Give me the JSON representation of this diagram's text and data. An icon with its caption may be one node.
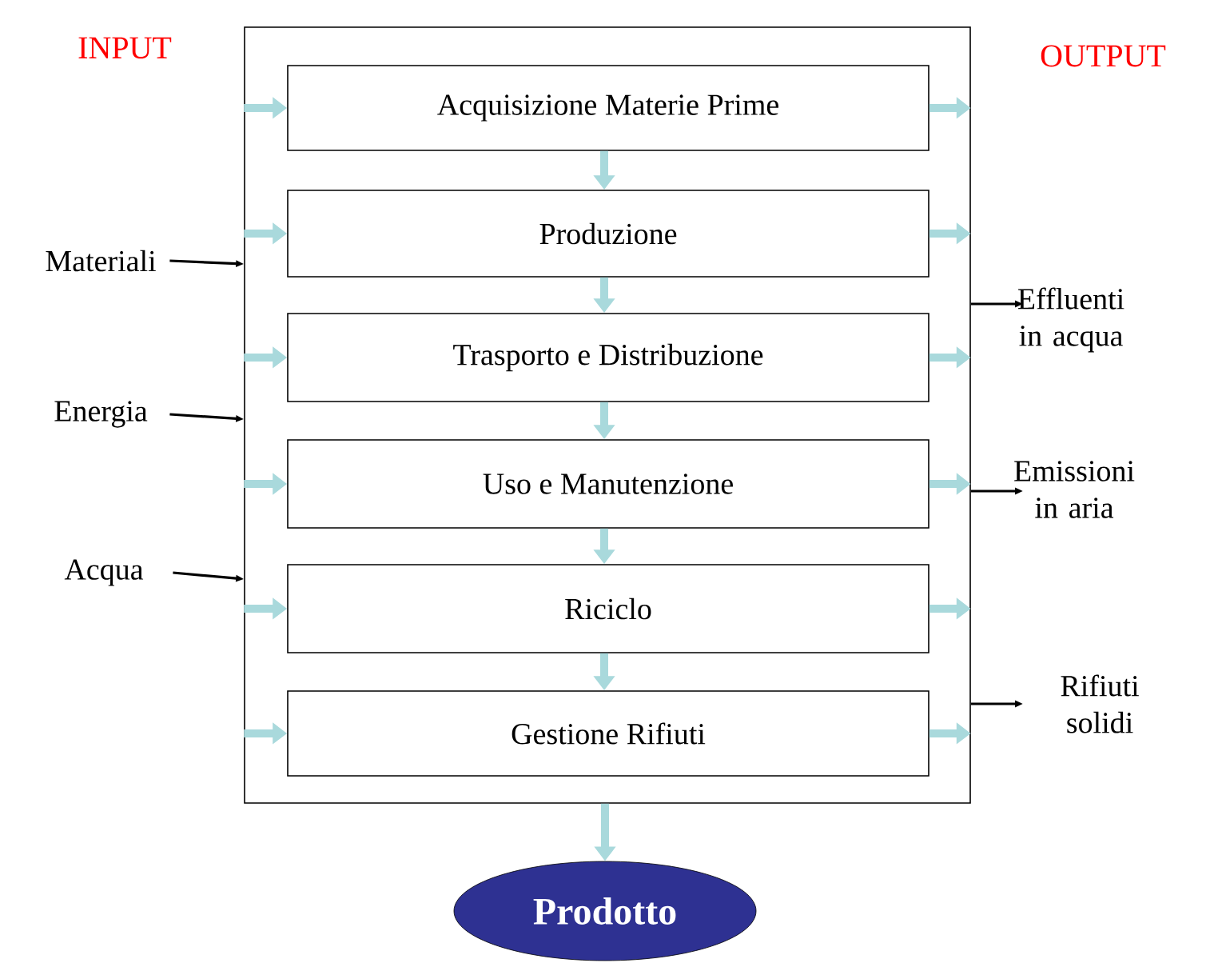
{
  "diagram": {
    "nodes": [
      {
        "text": [],
        "shape": "box"
      },
      {
        "text": [
          "Acquisizione Materie Prime"
        ],
        "in": 0
      },
      {
        "text": [
          "Produzione"
        ],
        "in": 0
      },
      {
        "text": [
          "Trasporto e Distribuzione"
        ],
        "in": 0
      },
      {
        "text": [
          "Uso e Manutenzione"
        ],
        "in": 0
      },
      {
        "text": [
          "Riciclo"
        ],
        "in": 0
      },
      {
        "text": [
          "Gestione Rifiuti"
        ],
        "in": 0
      },
      {
        "text": [
          "Materiali"
        ]
      },
      {
        "text": [
          "Energia"
        ]
      },
      {
        "text": [
          "Acqua"
        ]
      },
      {
        "text": [
          "Effluenti in acqua"
        ]
      },
      {
        "text": [
          "Emissioni in aria"
        ]
      },
      {
        "text": [
          "Rifiuti solidi"
        ]
      },
      {
        "text": [
          "Prodotto"
        ]
      }
    ],
    "edges": [
      {
        "from": 0,
        "to": 1,
        "arrow": "to",
        "color": "#a9d9dc"
      },
      {
        "from": 1,
        "to": 0,
        "arrow": "to",
        "color": "#a9d9dc"
      },
      {
        "from": 0,
        "to": 2,
        "arrow": "to",
        "color": "#a9d9dc"
      },
      {
        "from": 2,
        "to": 0,
        "arrow": "to",
        "color": "#a9d9dc"
      },
      {
        "from": 0,
        "to": 3,
        "arrow": "to",
        "color": "#a9d9dc"
      },
      {
        "from": 3,
        "to": 0,
        "arrow": "to",
        "color": "#a9d9dc"
      },
      {
        "from": 0,
        "to": 4,
        "arrow": "to",
        "color": "#a9d9dc"
      },
      {
        "from": 4,
        "to": 0,
        "arrow": "to",
        "color": "#a9d9dc"
      },
      {
        "from": 0,
        "to": 5,
        "arrow": "to",
        "color": "#a9d9dc"
      },
      {
        "from": 5,
        "to": 0,
        "arrow": "to",
        "color": "#a9d9dc"
      },
      {
        "from": 0,
        "to": 6,
        "arrow": "to",
        "color": "#a9d9dc"
      },
      {
        "from": 6,
        "to": 0,
        "arrow": "to",
        "color": "#a9d9dc"
      },
      {
        "from": 1,
        "to": 2,
        "arrow": "to",
        "color": "#a9d9dc"
      },
      {
        "from": 2,
        "to": 3,
        "arrow": "to",
        "color": "#a9d9dc"
      },
      {
        "from": 3,
        "to": 4,
        "arrow": "to",
        "color": "#a9d9dc"
      },
      {
        "from": 4,
        "to": 5,
        "arrow": "to",
        "color": "#a9d9dc"
      },
      {
        "from": 5,
        "to": 6,
        "arrow": "to",
        "color": "#a9d9dc"
      },
      {
        "from": 0,
        "to": 13,
        "arrow": "to",
        "color": "#a9d9dc"
      },
      {
        "from": 7,
        "to": 0,
        "arrow": "to",
        "color": "#000000"
      },
      {
        "from": 8,
        "to": 0,
        "arrow": "to",
        "color": "#000000"
      },
      {
        "from": 9,
        "to": 0,
        "arrow": "to",
        "color": "#000000"
      },
      {
        "from": 0,
        "to": 10,
        "arrow": "to",
        "color": "#000000"
      },
      {
        "from": 0,
        "to": 11,
        "arrow": "to",
        "color": "#000000"
      },
      {
        "from": 0,
        "to": 12,
        "arrow": "to",
        "color": "#000000"
      }
    ],
    "labels": [
      "INPUT",
      "OUTPUT"
    ]
  }
}
